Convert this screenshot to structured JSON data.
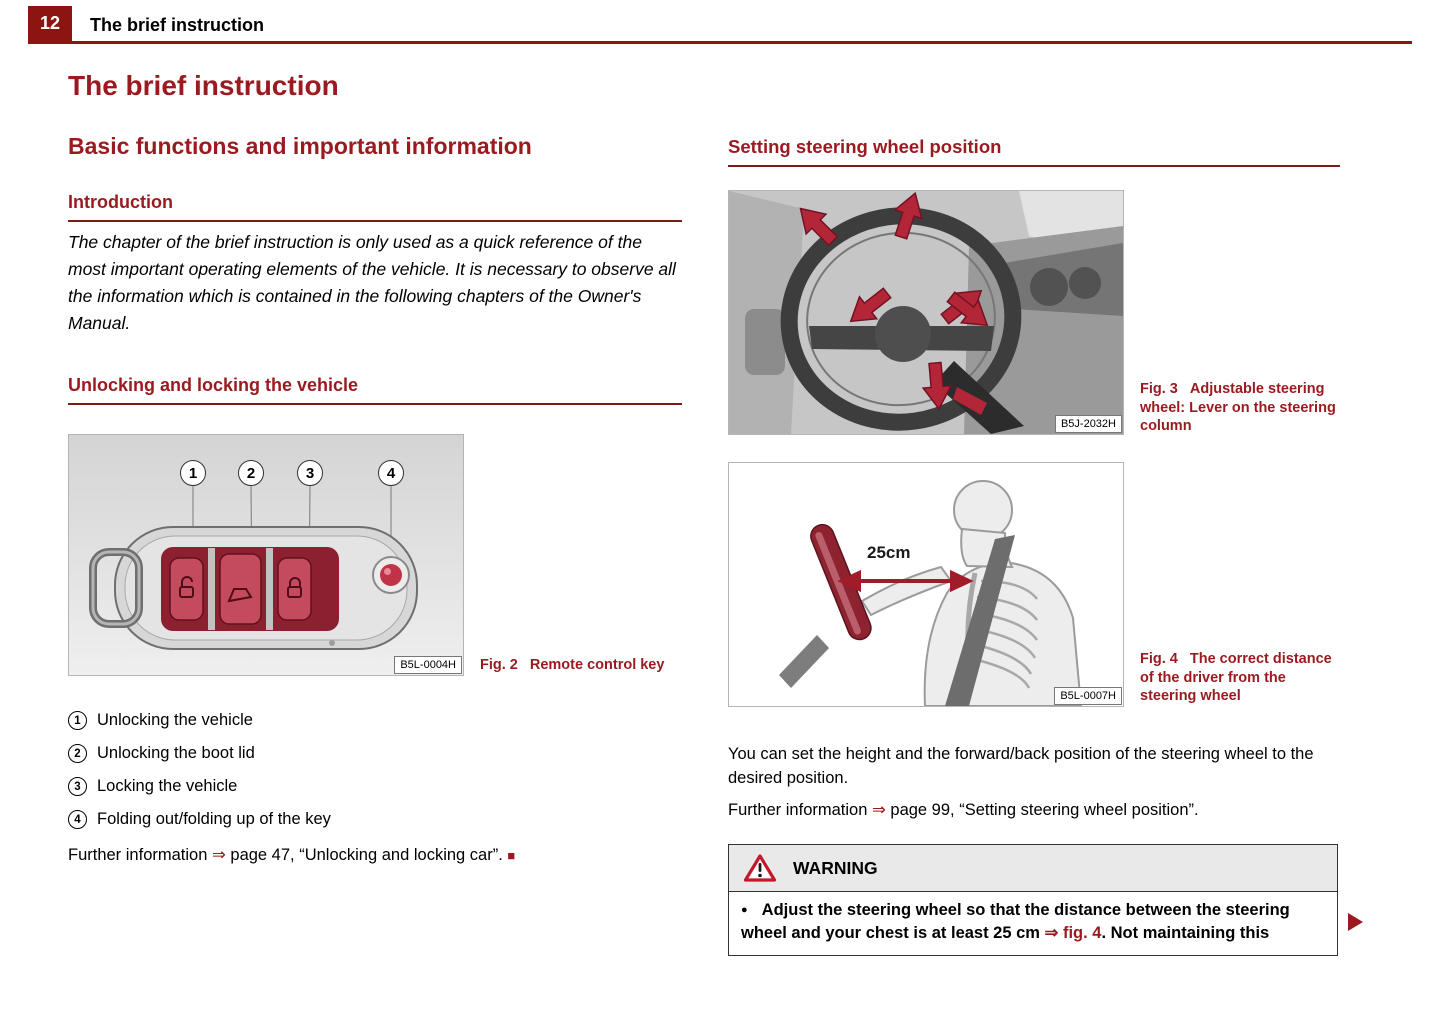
{
  "colors": {
    "accent_red": "#9a1a1f",
    "header_bar_red": "#8d1511",
    "figure_arrow_red": "#b32638"
  },
  "header": {
    "page_number": "12",
    "title": "The brief instruction"
  },
  "page_title": "The brief instruction",
  "left": {
    "section_heading": "Basic functions and important information",
    "introduction": {
      "heading": "Introduction",
      "body": "The chapter of the brief instruction is only used as a quick reference of the most important operating elements of the vehicle. It is necessary to observe all the information which is contained in the following chapters of the Owner's Manual."
    },
    "unlocking": {
      "heading": "Unlocking and locking the vehicle",
      "figure": {
        "code": "B5L-0004H",
        "caption_label": "Fig. 2",
        "caption_text": "Remote control key",
        "callouts": [
          "1",
          "2",
          "3",
          "4"
        ]
      },
      "items": [
        {
          "num": "1",
          "text": "Unlocking the vehicle"
        },
        {
          "num": "2",
          "text": "Unlocking the boot lid"
        },
        {
          "num": "3",
          "text": "Locking the vehicle"
        },
        {
          "num": "4",
          "text": "Folding out/folding up of the key"
        }
      ],
      "further": {
        "prefix": "Further information ",
        "arrow": "⇒",
        "suffix": " page 47, “Unlocking and locking car”. ",
        "end_mark": "■"
      }
    }
  },
  "right": {
    "heading": "Setting steering wheel position",
    "fig3": {
      "code": "B5J-2032H",
      "caption_label": "Fig. 3",
      "caption_text": "Adjustable steering wheel: Lever on the steering column"
    },
    "fig4": {
      "code": "B5L-0007H",
      "caption_label": "Fig. 4",
      "caption_text": "The correct distance of the driver from the steering wheel",
      "distance_label": "25cm"
    },
    "body": "You can set the height and the forward/back position of the steering wheel to the desired position.",
    "further": {
      "prefix": "Further information ",
      "arrow": "⇒",
      "suffix": " page 99, “Setting steering wheel position”."
    },
    "warning": {
      "title": "WARNING",
      "bullet": "●",
      "text_before": "Adjust the steering wheel so that the distance between the steering wheel and your chest is at least 25 cm ",
      "link_text": "⇒ fig. 4",
      "text_after": ". Not maintaining this"
    }
  }
}
